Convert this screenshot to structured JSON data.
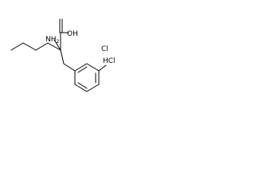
{
  "structure": {
    "labels": {
      "amine": "NH",
      "amine_subscript": "2",
      "hydroxyl": "OH",
      "chloro": "Cl",
      "salt": "HCl"
    },
    "colors": {
      "bond": "#000000",
      "text": "#000000",
      "background": "#ffffff"
    }
  }
}
